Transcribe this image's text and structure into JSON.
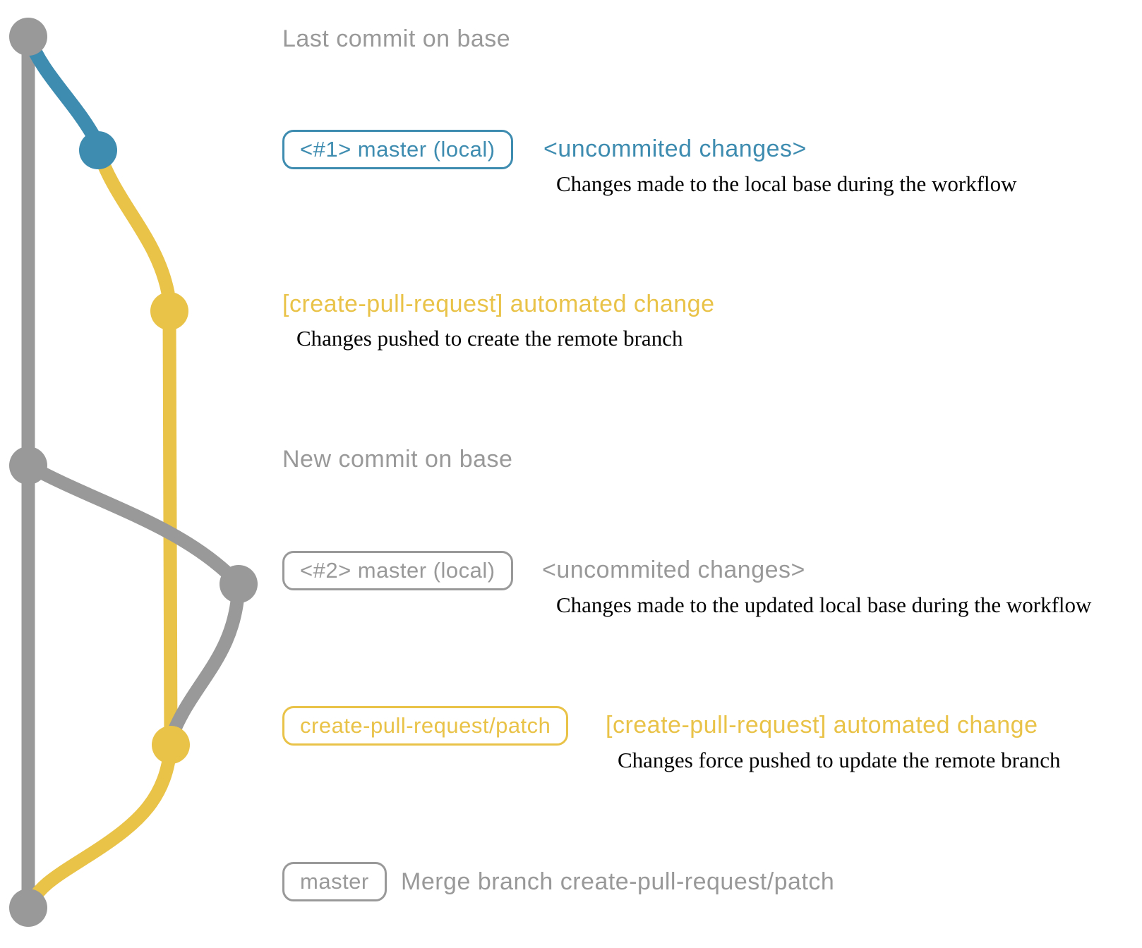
{
  "colors": {
    "gray": "#999999",
    "blue": "#3e8cb0",
    "yellow": "#e9c248",
    "detail_text": "#000000"
  },
  "graph": {
    "base_branch_color_name": "gray",
    "local_branch_color_name": "blue",
    "remote_branch_color_name": "yellow",
    "nodes": [
      {
        "name": "last-commit-on-base",
        "color": "#999999"
      },
      {
        "name": "local-uncommitted-1",
        "color": "#3e8cb0"
      },
      {
        "name": "remote-branch-created",
        "color": "#e9c248"
      },
      {
        "name": "new-commit-on-base",
        "color": "#999999"
      },
      {
        "name": "local-uncommitted-2",
        "color": "#999999"
      },
      {
        "name": "remote-branch-updated",
        "color": "#e9c248"
      },
      {
        "name": "merge-commit",
        "color": "#999999"
      }
    ]
  },
  "annotations": {
    "row1": {
      "label": "Last commit on base"
    },
    "row2": {
      "badge": "<#1> master (local)",
      "note": "<uncommited changes>",
      "detail": "Changes made to the local base during the workflow"
    },
    "row3": {
      "title": "[create-pull-request] automated change",
      "detail": "Changes pushed to create the remote branch"
    },
    "row4": {
      "label": "New commit on base"
    },
    "row5": {
      "badge": "<#2> master (local)",
      "note": "<uncommited changes>",
      "detail": "Changes made to the updated local base during the workflow"
    },
    "row6": {
      "badge": "create-pull-request/patch",
      "note": "[create-pull-request] automated change",
      "detail": "Changes force pushed to update the remote branch"
    },
    "row7": {
      "badge": "master",
      "note": "Merge branch create-pull-request/patch"
    }
  }
}
